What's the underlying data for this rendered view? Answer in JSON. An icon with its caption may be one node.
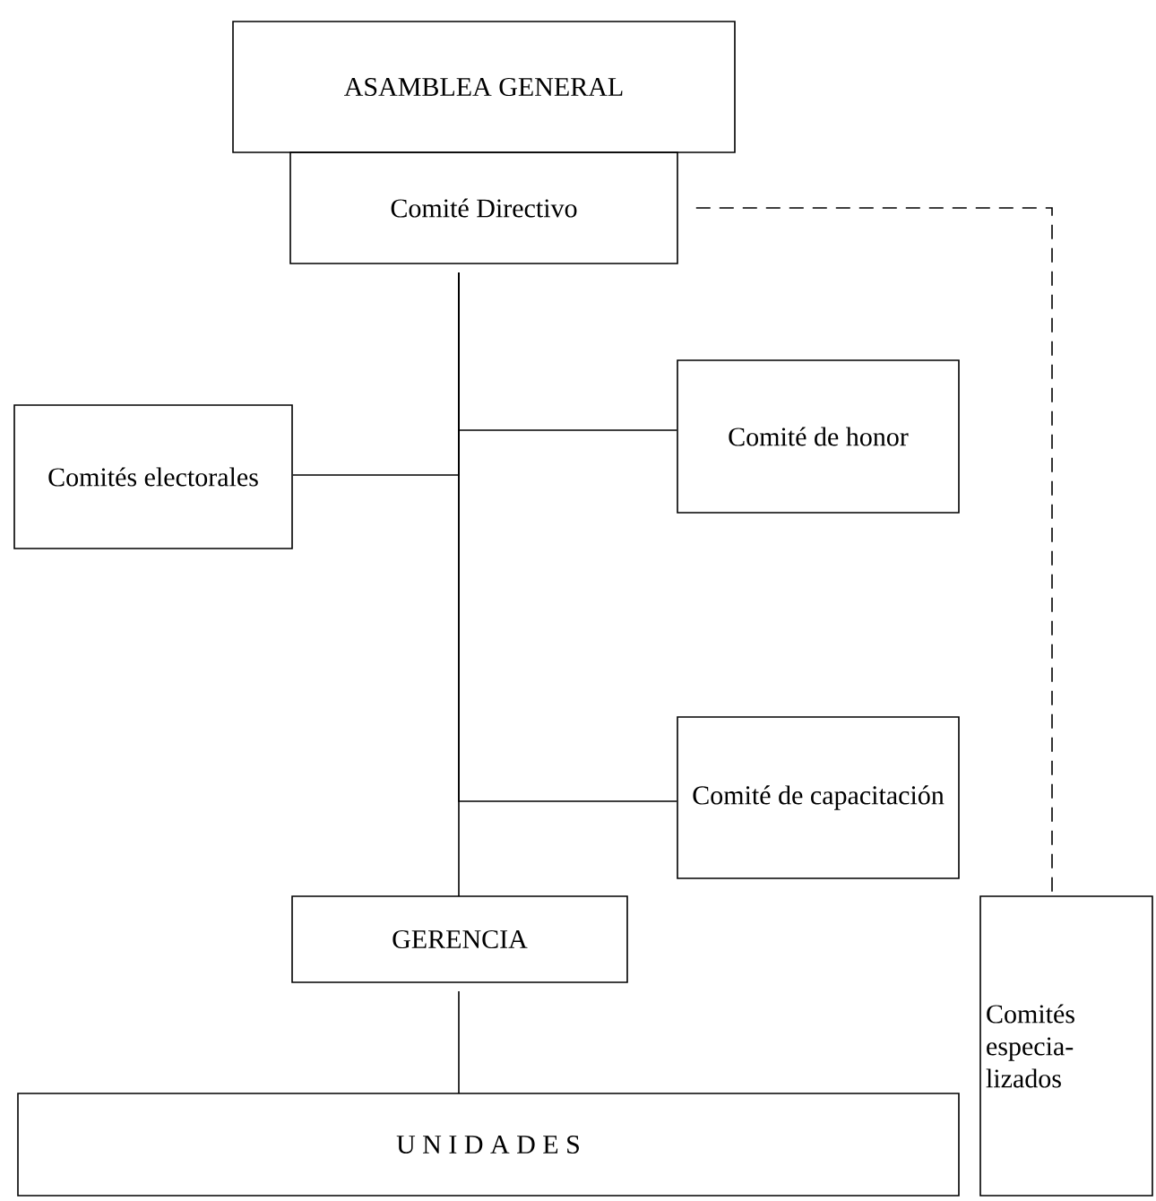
{
  "diagram": {
    "nodes": [
      {
        "text": [
          "ASAMBLEA GENERAL"
        ]
      },
      {
        "text": [
          "Comité Directivo"
        ]
      },
      {
        "text": [
          "Comités electorales"
        ]
      },
      {
        "text": [
          "Comité de honor"
        ]
      },
      {
        "text": [
          "Comité de capacitación"
        ]
      },
      {
        "text": [
          "GERENCIA"
        ]
      },
      {
        "text": [
          "U N I D A D E S"
        ]
      },
      {
        "text": [
          "Comités especia- lizados"
        ]
      }
    ],
    "edges": [
      {
        "from": 1,
        "to": 5,
        "arrow": "none"
      },
      {
        "from": 1,
        "to": 2,
        "arrow": "none"
      },
      {
        "from": 1,
        "to": 3,
        "arrow": "none"
      },
      {
        "from": 1,
        "to": 4,
        "arrow": "none"
      },
      {
        "from": 5,
        "to": 6,
        "arrow": "none"
      },
      {
        "from": 1,
        "to": 7,
        "arrow": "none",
        "style": "dashed"
      }
    ]
  }
}
